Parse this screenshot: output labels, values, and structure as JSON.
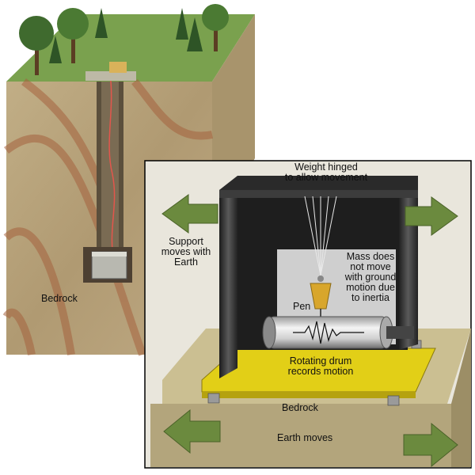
{
  "labels": {
    "bedrock_left": "Bedrock",
    "weight": "Weight hinged\nto allow movement",
    "support": "Support\nmoves with\nEarth",
    "mass": "Mass does\nnot move\nwith ground\nmotion due\nto inertia",
    "pen": "Pen",
    "drum": "Rotating drum\nrecords motion",
    "bedrock_right": "Bedrock",
    "earth_moves": "Earth moves"
  },
  "colors": {
    "soil": "#b7a47e",
    "grass": "#7aa14e",
    "arrow": "#6b8a3e",
    "frame": "#3a3a3a",
    "base": "#e2cf17",
    "panel_bg": "#e9e6dc"
  }
}
